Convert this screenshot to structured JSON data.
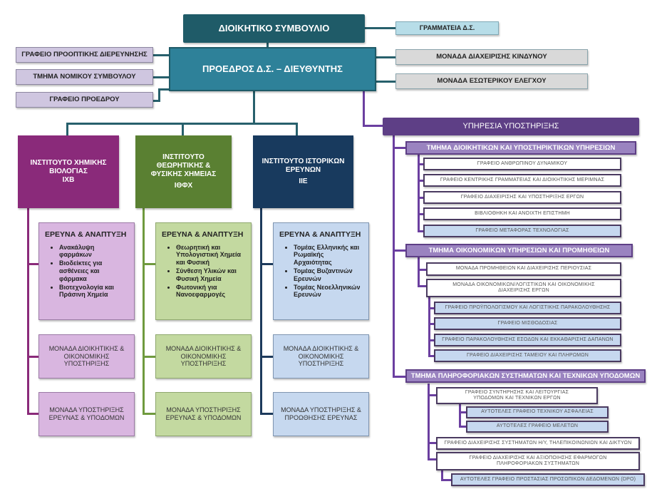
{
  "top": {
    "board": "ΔΙΟΙΚΗΤΙΚΟ ΣΥΜΒΟΥΛΙΟ",
    "president": "ΠΡΟΕΔΡΟΣ Δ.Σ. – ΔΙΕΥΘΥΝΤΗΣ",
    "secretariat": "ΓΡΑΜΜΑΤΕΙΑ Δ.Σ.",
    "left_units": [
      "ΓΡΑΦΕΙΟ ΠΡΟΟΠΤΙΚΗΣ ΔΙΕΡΕΥΝΗΣΗΣ",
      "ΤΜΗΜΑ ΝΟΜΙΚΟΥ ΣΥΜΒΟΥΛΟΥ",
      "ΓΡΑΦΕΙΟ ΠΡΟΕΔΡΟΥ"
    ],
    "right_units": [
      "ΜΟΝΑΔΑ ΔΙΑΧΕΙΡΙΣΗΣ ΚΙΝΔΥΝΟΥ",
      "ΜΟΝΑΔΑ ΕΣΩΤΕΡΙΚΟΥ ΕΛΕΓΧΟΥ"
    ]
  },
  "institutes": [
    {
      "name_line1": "ΙΝΣΤΙΤΟΥΤΟ ΧΗΜΙΚΗΣ",
      "name_line2": "ΒΙΟΛΟΓΙΑΣ",
      "abbr": "ΙΧΒ",
      "rd_title": "ΕΡΕΥΝΑ & ΑΝΑΠΤΥΞΗ",
      "rd_items": [
        "Ανακάλυψη φαρμάκων",
        "Βιοδείκτες για ασθένειες και φάρμακα",
        "Βιοτεχνολογία και Πράσινη Χημεία"
      ],
      "admin_unit": "ΜΟΝΑΔΑ ΔΙΟΙΚΗΤΙΚΗΣ & ΟΙΚΟΝΟΜΙΚΗΣ ΥΠΟΣΤΗΡΙΞΗΣ",
      "support_unit": "ΜΟΝΑΔΑ ΥΠΟΣΤΗΡΙΞΗΣ ΕΡΕΥΝΑΣ & ΥΠΟΔΟΜΩΝ",
      "color": "#8a2a7a"
    },
    {
      "name_line1": "ΙΝΣΤΙΤΟΥΤΟ ΘΕΩΡΗΤΙΚΗΣ &",
      "name_line2": "ΦΥΣΙΚΗΣ ΧΗΜΕΙΑΣ",
      "abbr": "ΙΘΦΧ",
      "rd_title": "ΕΡΕΥΝΑ & ΑΝΑΠΤΥΞΗ",
      "rd_items": [
        "Θεωρητική και Υπολογιστική Χημεία και Φυσική",
        "Σύνθεση Υλικών και Φυσική Χημεία",
        "Φωτονική για Νανοεφαρμογές"
      ],
      "admin_unit": "ΜΟΝΑΔΑ ΔΙΟΙΚΗΤΙΚΗΣ & ΟΙΚΟΝΟΜΙΚΗΣ ΥΠΟΣΤΗΡΙΞΗΣ",
      "support_unit": "ΜΟΝΑΔΑ ΥΠΟΣΤΗΡΙΞΗΣ ΕΡΕΥΝΑΣ & ΥΠΟΔΟΜΩΝ",
      "color": "#5a8032"
    },
    {
      "name_line1": "ΙΝΣΤΙΤΟΥΤΟ ΙΣΤΟΡΙΚΩΝ",
      "name_line2": "ΕΡΕΥΝΩΝ",
      "abbr": "ΙΙΕ",
      "rd_title": "ΕΡΕΥΝΑ & ΑΝΑΠΤΥΞΗ",
      "rd_items": [
        "Τομέας Ελληνικής και Ρωμαϊκής Αρχαιότητας",
        "Τομέας Βυζαντινών Ερευνών",
        "Τομέας Νεοελληνικών Ερευνών"
      ],
      "admin_unit": "ΜΟΝΑΔΑ ΔΙΟΙΚΗΤΙΚΗΣ & ΟΙΚΟΝΟΜΙΚΗΣ ΥΠΟΣΤΗΡΙΞΗΣ",
      "support_unit": "ΜΟΝΑΔΑ ΥΠΟΣΤΗΡΙΞΗΣ & ΠΡΟΩΘΗΣΗΣ ΕΡΕΥΝΑΣ",
      "color": "#183a5e"
    }
  ],
  "support_service": {
    "title": "ΥΠΗΡΕΣΙΑ ΥΠΟΣΤΗΡΙΞΗΣ",
    "departments": [
      {
        "title": "ΤΜΗΜΑ ΔΙΟΙΚΗΤΙΚΩΝ ΚΑΙ ΥΠΟΣΤΗΡΙΚΤΙΚΩΝ ΥΠΗΡΕΣΙΩΝ",
        "offices": [
          "ΓΡΑΦΕΙΟ ΑΝΘΡΩΠΙΝΟΥ ΔΥΝΑΜΙΚΟΥ",
          "ΓΡΑΦΕΙΟ ΚΕΝΤΡΙΚΗΣ ΓΡΑΜΜΑΤΕΙΑΣ ΚΑΙ ΔΙΟΙΚΗΤΙΚΗΣ ΜΕΡΙΜΝΑΣ",
          "ΓΡΑΦΕΙΟ ΔΙΑΧΕΙΡΙΣΗΣ ΚΑΙ ΥΠΟΣΤΗΡΙΞΗΣ ΕΡΓΩΝ",
          "ΒΙΒΛΙΟΘΗΚΗ ΚΑΙ ΑΝΟΙΧΤΗ ΕΠΙΣΤΗΜΗ",
          "ΓΡΑΦΕΙΟ ΜΕΤΑΦΟΡΑΣ ΤΕΧΝΟΛΟΓΙΑΣ"
        ]
      },
      {
        "title": "ΤΜΗΜΑ ΟΙΚΟΝΟΜΙΚΩΝ ΥΠΗΡΕΣΙΩΝ ΚΑΙ ΠΡΟΜΗΘΕΙΩΝ",
        "offices": [
          "ΜΟΝΑΔΑ ΠΡΟΜΗΘΕΙΩΝ ΚΑΙ ΔΙΑΧΕΙΡΙΣΗΣ ΠΕΡΙΟΥΣΙΑΣ",
          "ΜΟΝΑΔΑ ΟΙΚΟΝΟΜΙΚΩΝ/ΛΟΓΙΣΤΙΚΩΝ ΚΑΙ ΟΙΚΟΝΟΜΙΚΗΣ ΔΙΑΧΕΙΡΙΣΗΣ ΕΡΓΩΝ"
        ],
        "sub_offices": [
          "ΓΡΑΦΕΙΟ ΠΡΟΫΠΟΛΟΓΙΣΜΟΥ ΚΑΙ ΛΟΓΙΣΤΙΚΗΣ ΠΑΡΑΚΟΛΟΥΘΗΣΗΣ",
          "ΓΡΑΦΕΙΟ ΜΙΣΘΟΔΟΣΙΑΣ",
          "ΓΡΑΦΕΙΟ ΠΑΡΑΚΟΛΟΥΘΗΣΗΣ ΕΣΟΔΩΝ ΚΑΙ ΕΚΚΑΘΑΡΙΣΗΣ ΔΑΠΑΝΩΝ",
          "ΓΡΑΦΕΙΟ ΔΙΑΧΕΙΡΙΣΗΣ ΤΑΜΕΙΟΥ ΚΑΙ ΠΛΗΡΩΜΩΝ"
        ]
      },
      {
        "title": "ΤΜΗΜΑ ΠΛΗΡΟΦΟΡΙΑΚΩΝ ΣΥΣΤΗΜΑΤΩΝ ΚΑΙ ΤΕΧΝΙΚΩΝ ΥΠΟΔΟΜΩΝ",
        "offices": [
          "ΓΡΑΦΕΙΟ ΣΥΝΤΗΡΗΣΗΣ ΚΑΙ ΛΕΙΤΟΥΡΓΙΑΣ ΥΠΟΔΟΜΩΝ ΚΑΙ ΤΕΧΝΙΚΩΝ ΕΡΓΩΝ",
          "ΓΡΑΦΕΙΟ ΔΙΑΧΕΙΡΙΣΗΣ ΣΥΣΤΗΜΑΤΩΝ Η/Υ, ΤΗΛΕΠΙΚΟΙΝΩΝΙΩΝ ΚΑΙ ΔΙΚΤΥΩΝ",
          "ΓΡΑΦΕΙΟ ΔΙΑΧΕΙΡΙΣΗΣ ΚΑΙ ΑΞΙΟΠΟΙΗΣΗΣ ΕΦΑΡΜΟΓΩΝ ΠΛΗΡΟΦΟΡΙΑΚΩΝ ΣΥΣΤΗΜΑΤΩΝ"
        ],
        "sub_offices": [
          "ΑΥΤΟΤΕΛΕΣ ΓΡΑΦΕΙΟ ΤΕΧΝΙΚΟΥ ΑΣΦΑΛΕΙΑΣ",
          "ΑΥΤΟΤΕΛΕΣ ΓΡΑΦΕΙΟ ΜΕΛΕΤΩΝ",
          "ΑΥΤΟΤΕΛΕΣ ΓΡΑΦΕΙΟ ΠΡΟΣΤΑΣΙΑΣ ΠΡΟΣΩΠΙΚΩΝ ΔΕΔΟΜΕΝΩΝ (DPO)"
        ]
      }
    ]
  }
}
